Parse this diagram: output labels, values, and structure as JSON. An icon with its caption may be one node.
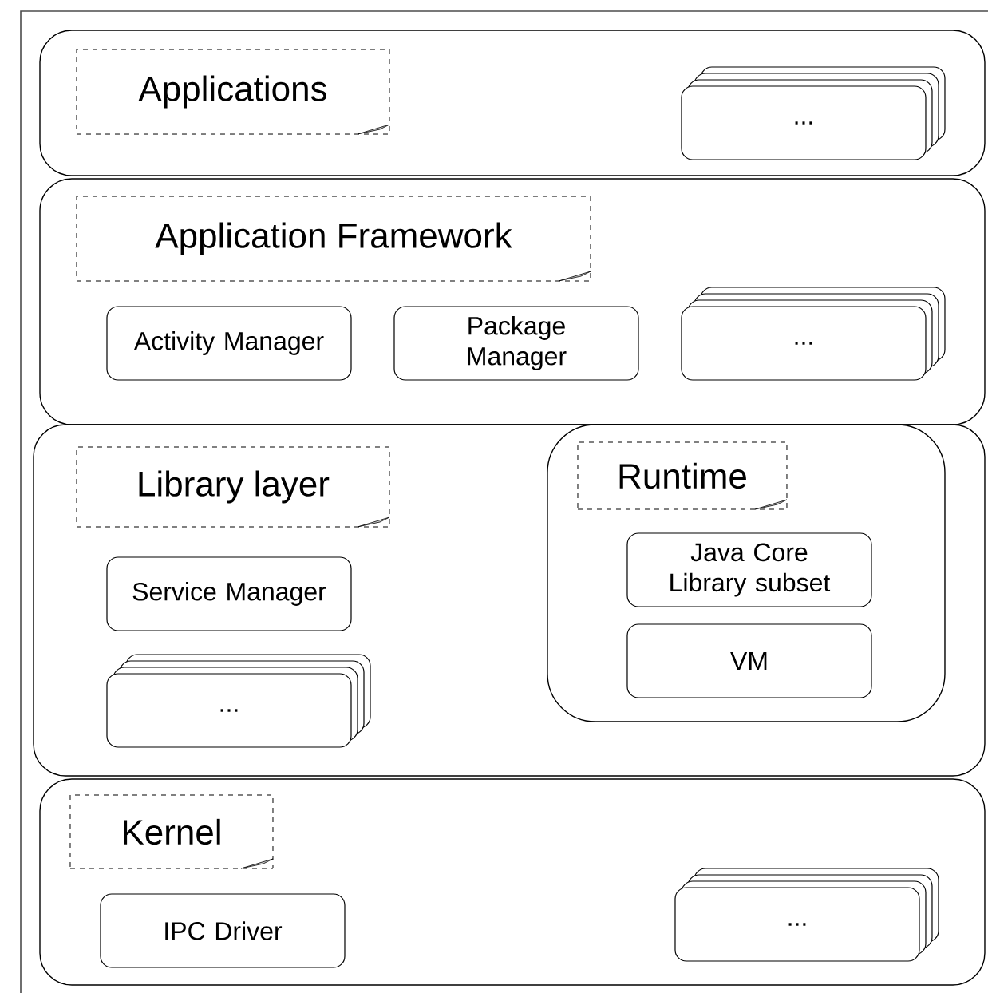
{
  "diagram": {
    "nodes": [
      {
        "text": [
          "Applications"
        ]
      },
      {
        "text": [
          "..."
        ],
        "in": 0
      },
      {
        "text": [
          "Application Framework"
        ]
      },
      {
        "text": [
          "Activity Manager"
        ],
        "in": 2
      },
      {
        "text": [
          "Package Manager"
        ],
        "in": 2
      },
      {
        "text": [
          "..."
        ],
        "in": 2
      },
      {
        "text": [
          "Library layer"
        ]
      },
      {
        "text": [
          "Service Manager"
        ],
        "in": 6
      },
      {
        "text": [
          "..."
        ],
        "in": 6
      },
      {
        "text": [
          "Runtime"
        ],
        "in": 6
      },
      {
        "text": [
          "Java Core Library subset"
        ],
        "in": 9
      },
      {
        "text": [
          "VM"
        ],
        "in": 9
      },
      {
        "text": [
          "Kernel"
        ]
      },
      {
        "text": [
          "IPC Driver"
        ],
        "in": 12
      },
      {
        "text": [
          "..."
        ],
        "in": 12
      }
    ]
  }
}
